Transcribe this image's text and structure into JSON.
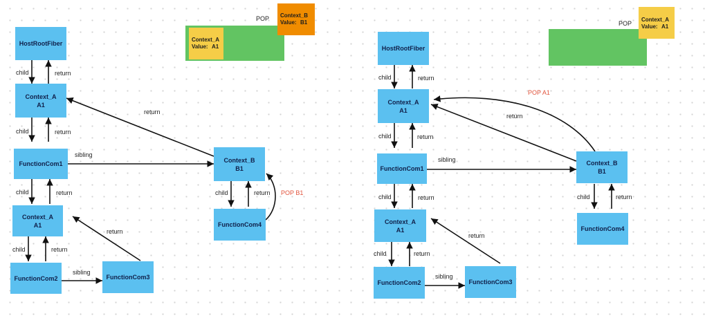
{
  "colors": {
    "node": "#5bc0f0",
    "stack": "#62c462",
    "context_a_note": "#f5cd47",
    "context_b_note": "#f08c00",
    "edge": "#111111",
    "pop_label": "#e2543d"
  },
  "left": {
    "nodes": {
      "host_root": {
        "line1": "HostRootFiber"
      },
      "context_a_top": {
        "line1": "Context_A",
        "line2": "A1"
      },
      "function_com1": {
        "line1": "FunctionCom1"
      },
      "context_a_inner": {
        "line1": "Context_A",
        "line2": "A1"
      },
      "function_com2": {
        "line1": "FunctionCom2"
      },
      "function_com3": {
        "line1": "FunctionCom3"
      },
      "context_b": {
        "line1": "Context_B",
        "line2": "B1"
      },
      "function_com4": {
        "line1": "FunctionCom4"
      }
    },
    "labels": {
      "child_1": "child",
      "return_1": "return",
      "child_2": "child",
      "return_2": "return",
      "sibling_1": "sibling",
      "return_b_to_a": "return",
      "child_3": "child",
      "return_3": "return",
      "child_4": "child",
      "return_4": "return",
      "sibling_2": "sibling",
      "return_com3": "return",
      "child_b": "child",
      "return_b": "return",
      "pop_b1": "POP B1"
    },
    "stack": {
      "pop_label": "POP",
      "context_a_note": {
        "key": "Context_A",
        "value_label": "Value:",
        "value": "A1"
      },
      "context_b_note": {
        "key": "Context_B",
        "value_label": "Value:",
        "value": "B1"
      }
    }
  },
  "right": {
    "nodes": {
      "host_root": {
        "line1": "HostRootFiber"
      },
      "context_a_top": {
        "line1": "Context_A",
        "line2": "A1"
      },
      "function_com1": {
        "line1": "FunctionCom1"
      },
      "context_a_inner": {
        "line1": "Context_A",
        "line2": "A1"
      },
      "function_com2": {
        "line1": "FunctionCom2"
      },
      "function_com3": {
        "line1": "FunctionCom3"
      },
      "context_b": {
        "line1": "Context_B",
        "line2": "B1"
      },
      "function_com4": {
        "line1": "FunctionCom4"
      }
    },
    "labels": {
      "child_1": "child",
      "return_1": "return",
      "child_2": "child",
      "return_2": "return",
      "sibling_1": "sibling",
      "return_b_to_a": "return",
      "child_3": "child",
      "return_3": "return",
      "child_4": "child",
      "return_4": "return",
      "sibling_2": "sibling",
      "return_com3": "return",
      "child_b": "child",
      "return_b": "return",
      "pop_a1": "POP A1"
    },
    "stack": {
      "pop_label": "POP",
      "context_a_note": {
        "key": "Context_A",
        "value_label": "Value:",
        "value": "A1"
      }
    }
  }
}
